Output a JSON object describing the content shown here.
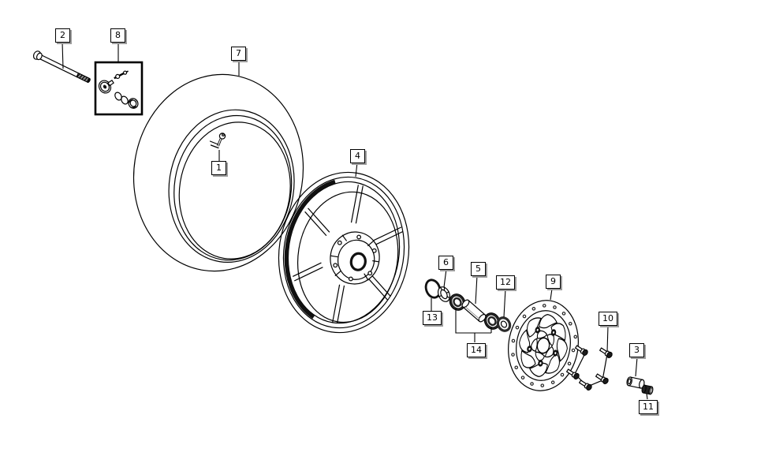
{
  "diagram": {
    "colors": {
      "background": "#ffffff",
      "line": "#000000",
      "callout_fill": "#ffffff",
      "callout_border": "#000000",
      "callout_shadow": "#9c9c9c"
    },
    "callouts": {
      "n1": "1",
      "n2": "2",
      "n3": "3",
      "n4": "4",
      "n5": "5",
      "n6": "6",
      "n7": "7",
      "n8": "8",
      "n9": "9",
      "n10": "10",
      "n11": "11",
      "n12": "12",
      "n13": "13",
      "n14": "14"
    }
  }
}
